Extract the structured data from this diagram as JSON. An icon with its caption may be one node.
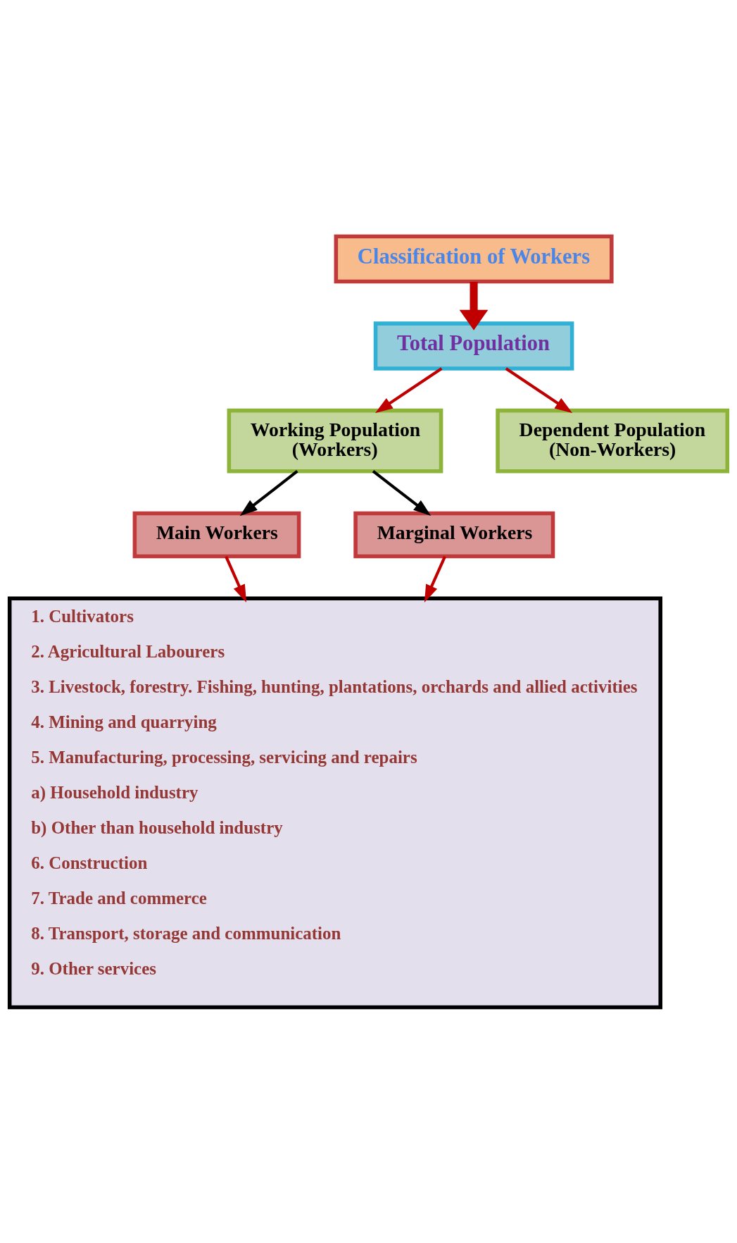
{
  "diagram": {
    "nodes": [
      {
        "text": [
          "Classification of Workers"
        ]
      },
      {
        "text": [
          "Total Population"
        ]
      },
      {
        "text": [
          "Working Population",
          "(Workers)"
        ]
      },
      {
        "text": [
          "Dependent Population",
          "(Non-Workers)"
        ]
      },
      {
        "text": [
          "Main Workers"
        ]
      },
      {
        "text": [
          "Marginal Workers"
        ]
      },
      {
        "text": [
          "1. Cultivators",
          "2. Agricultural Labourers",
          "3. Livestock, forestry. Fishing, hunting, plantations, orchards and allied activities",
          "4. Mining and quarrying",
          "5. Manufacturing, processing, servicing and repairs",
          "a) Household industry",
          "b) Other than household industry",
          "6. Construction",
          "7. Trade and commerce",
          "8. Transport, storage and communication",
          "9. Other services"
        ]
      }
    ],
    "edges": [
      {
        "from": 0,
        "to": 1,
        "arrow": "to",
        "style": "thick"
      },
      {
        "from": 1,
        "to": 2,
        "arrow": "to"
      },
      {
        "from": 1,
        "to": 3,
        "arrow": "to"
      },
      {
        "from": 2,
        "to": 4,
        "arrow": "to",
        "color": "#000000"
      },
      {
        "from": 2,
        "to": 5,
        "arrow": "to",
        "color": "#000000"
      },
      {
        "from": 4,
        "to": 6,
        "arrow": "to"
      },
      {
        "from": 5,
        "to": 6,
        "arrow": "to"
      }
    ]
  }
}
